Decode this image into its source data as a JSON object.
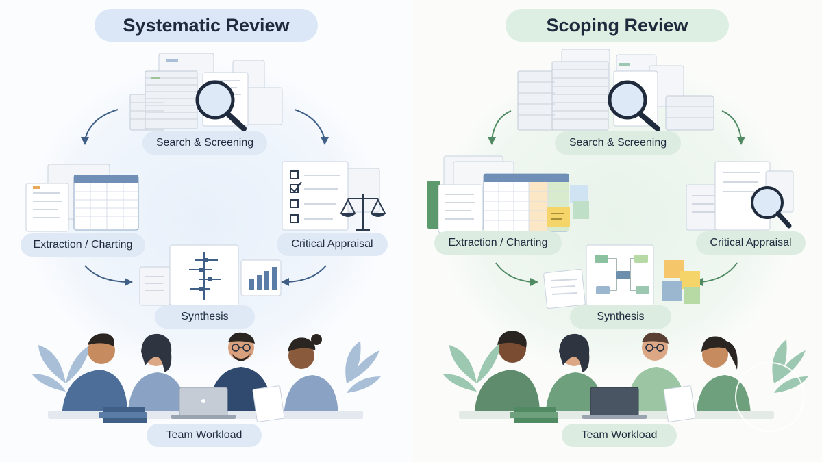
{
  "panels": {
    "systematic": {
      "title": "Systematic Review",
      "labels": {
        "search": "Search & Screening",
        "extraction": "Extraction / Charting",
        "appraisal": "Critical Appraisal",
        "synthesis": "Synthesis",
        "team": "Team Workload"
      },
      "accent": "#3f5f86",
      "tint": "#dfe9f6"
    },
    "scoping": {
      "title": "Scoping Review",
      "labels": {
        "search": "Search & Screening",
        "extraction": "Extraction / Charting",
        "appraisal": "Critical Appraisal",
        "synthesis": "Synthesis",
        "team": "Team Workload"
      },
      "accent": "#4f8a63",
      "tint": "#dcece1"
    }
  }
}
